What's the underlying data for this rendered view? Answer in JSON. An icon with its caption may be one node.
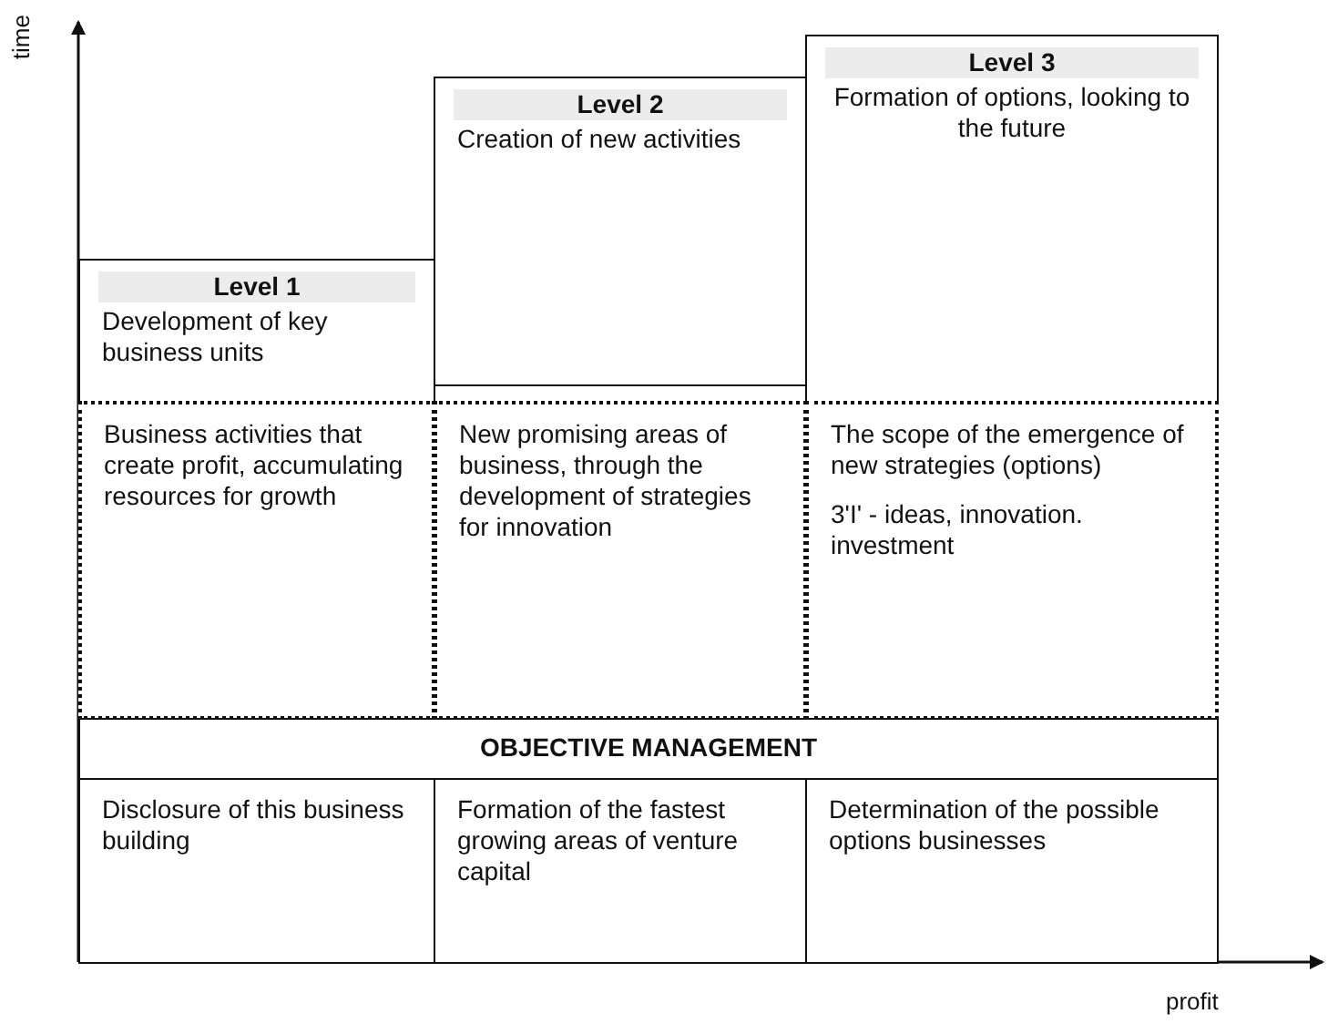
{
  "diagram": {
    "nodes": [
      {
        "text": [
          "Level 1",
          "Development of key business units"
        ]
      },
      {
        "text": [
          "Level 2",
          "Creation of new activities"
        ]
      },
      {
        "text": [
          "Level 3",
          "Formation of options, looking to the future"
        ]
      },
      {
        "text": [
          "Business activities that create profit, accumulating resources for growth"
        ]
      },
      {
        "text": [
          "New promising areas of business, through the development of strategies for innovation"
        ]
      },
      {
        "text": [
          "The scope of the emergence of new strategies (options)",
          "3'I' - ideas, innovation. investment"
        ]
      },
      {
        "text": [
          "OBJECTIVE MANAGEMENT"
        ]
      },
      {
        "text": [
          "Disclosure of this business building"
        ]
      },
      {
        "text": [
          "Formation of the fastest growing areas of venture capital"
        ]
      },
      {
        "text": [
          "Determination of the possible options businesses"
        ]
      }
    ],
    "labels": [
      "time",
      "profit"
    ]
  }
}
